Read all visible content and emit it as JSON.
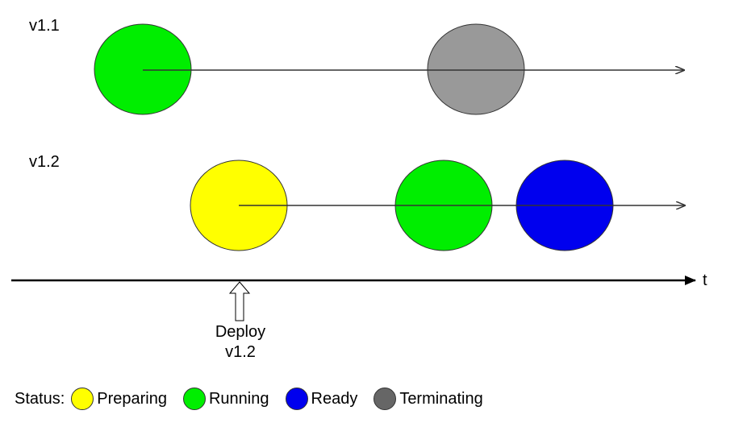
{
  "tracks": [
    {
      "label": "v1.1",
      "events": [
        {
          "status": "running"
        },
        {
          "status": "terminating"
        }
      ]
    },
    {
      "label": "v1.2",
      "events": [
        {
          "status": "preparing"
        },
        {
          "status": "running"
        },
        {
          "status": "ready"
        }
      ]
    }
  ],
  "time_axis": {
    "label": "t"
  },
  "deploy_marker": {
    "line1": "Deploy",
    "line2": "v1.2"
  },
  "legend": {
    "prefix": "Status:",
    "items": [
      {
        "label": "Preparing",
        "color": "#ffff00"
      },
      {
        "label": "Running",
        "color": "#00ee00"
      },
      {
        "label": "Ready",
        "color": "#0000ee"
      },
      {
        "label": "Terminating",
        "color": "#666666"
      }
    ]
  },
  "colors": {
    "preparing": "#ffff00",
    "running": "#00ee00",
    "ready": "#0000ee",
    "terminating": "#999999",
    "arrow": "#333333",
    "axis": "#000000"
  }
}
